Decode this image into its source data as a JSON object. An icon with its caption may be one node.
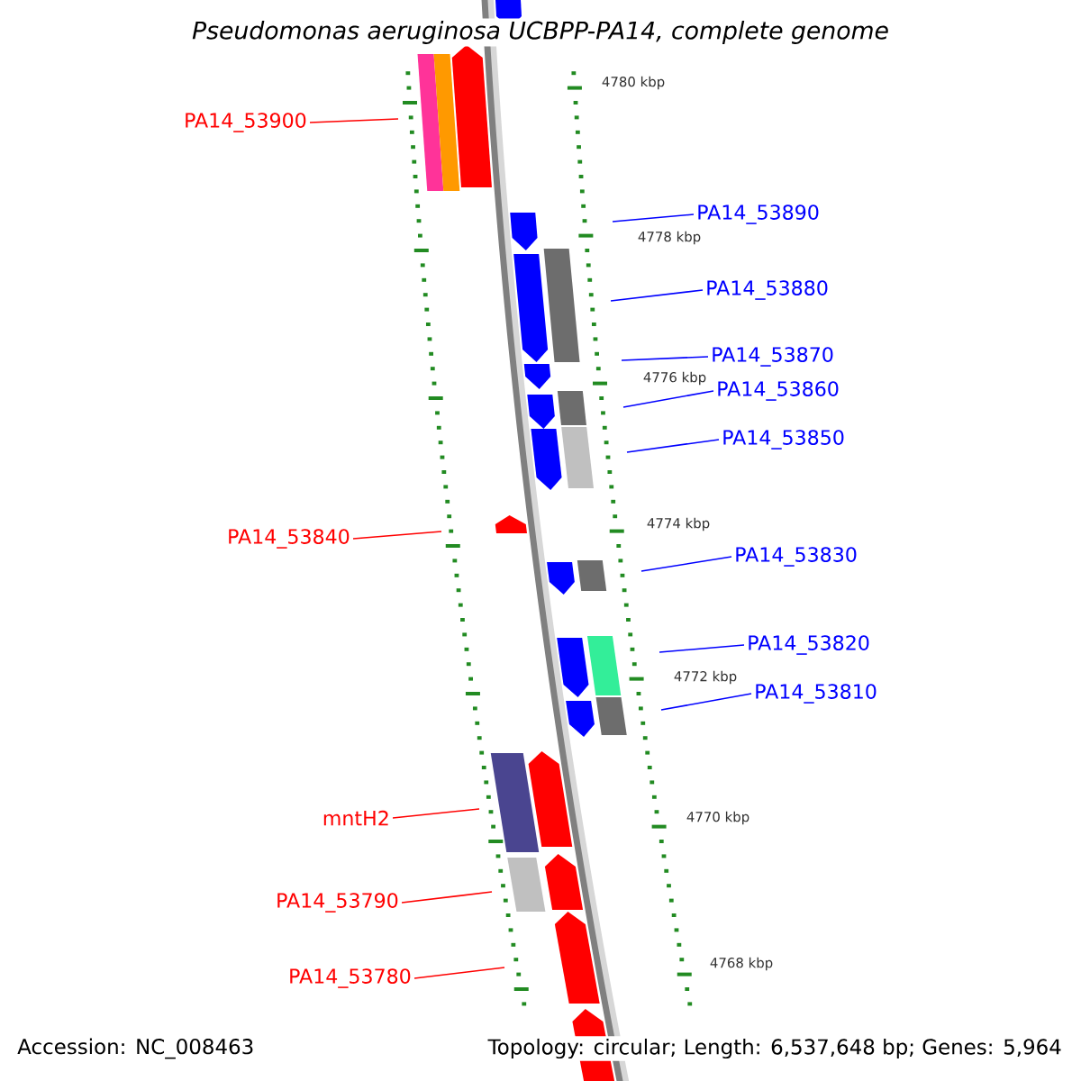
{
  "diagram": {
    "title": "Pseudomonas aeruginosa UCBPP-PA14, complete genome",
    "nodes": [
      {
        "text": [
          "PA14_53900"
        ]
      },
      {
        "text": [
          "PA14_53890"
        ]
      },
      {
        "text": [
          "PA14_53880"
        ]
      },
      {
        "text": [
          "PA14_53870"
        ]
      },
      {
        "text": [
          "PA14_53860"
        ]
      },
      {
        "text": [
          "PA14_53850"
        ]
      },
      {
        "text": [
          "PA14_53840"
        ]
      },
      {
        "text": [
          "PA14_53830"
        ]
      },
      {
        "text": [
          "PA14_53820"
        ]
      },
      {
        "text": [
          "PA14_53810"
        ]
      },
      {
        "text": [
          "mntH2"
        ]
      },
      {
        "text": [
          "PA14_53790"
        ]
      },
      {
        "text": [
          "PA14_53780"
        ]
      }
    ],
    "edges": [
      {
        "from": 0,
        "to": null,
        "arrow": "none",
        "color": "#ff0000"
      },
      {
        "from": 1,
        "to": null,
        "arrow": "none",
        "color": "#0000ff"
      },
      {
        "from": 2,
        "to": null,
        "arrow": "none",
        "color": "#0000ff"
      },
      {
        "from": 3,
        "to": null,
        "arrow": "none",
        "color": "#0000ff"
      },
      {
        "from": 4,
        "to": null,
        "arrow": "none",
        "color": "#0000ff"
      },
      {
        "from": 5,
        "to": null,
        "arrow": "none",
        "color": "#0000ff"
      },
      {
        "from": 6,
        "to": null,
        "arrow": "none",
        "color": "#ff0000"
      },
      {
        "from": 7,
        "to": null,
        "arrow": "none",
        "color": "#0000ff"
      },
      {
        "from": 8,
        "to": null,
        "arrow": "none",
        "color": "#0000ff"
      },
      {
        "from": 9,
        "to": null,
        "arrow": "none",
        "color": "#0000ff"
      },
      {
        "from": 10,
        "to": null,
        "arrow": "none",
        "color": "#ff0000"
      },
      {
        "from": 11,
        "to": null,
        "arrow": "none",
        "color": "#ff0000"
      },
      {
        "from": 12,
        "to": null,
        "arrow": "none",
        "color": "#ff0000"
      }
    ],
    "labels": [
      "4780 kbp",
      "4778 kbp",
      "4776 kbp",
      "4774 kbp",
      "4772 kbp",
      "4770 kbp",
      "4768 kbp",
      "Accession: NC_008463",
      "Topology: circular; Length: 6,537,648 bp; Genes: 5,964"
    ]
  }
}
